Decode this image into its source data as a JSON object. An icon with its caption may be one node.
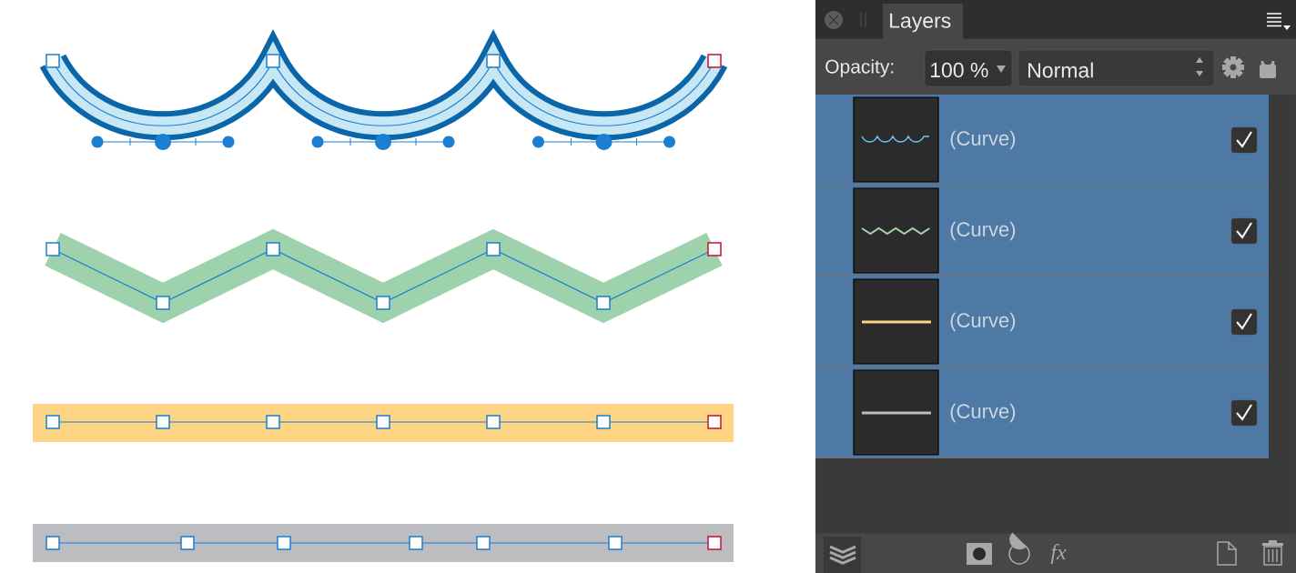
{
  "diagram": {
    "nodes": [
      {
        "text": [
          "(Curve)"
        ]
      },
      {
        "text": [
          "(Curve)"
        ]
      },
      {
        "text": [
          "(Curve)"
        ]
      },
      {
        "text": [
          "(Curve)"
        ]
      }
    ],
    "labels": [
      "Layers",
      "Opacity:",
      "100 %",
      "Normal",
      "fx"
    ]
  }
}
